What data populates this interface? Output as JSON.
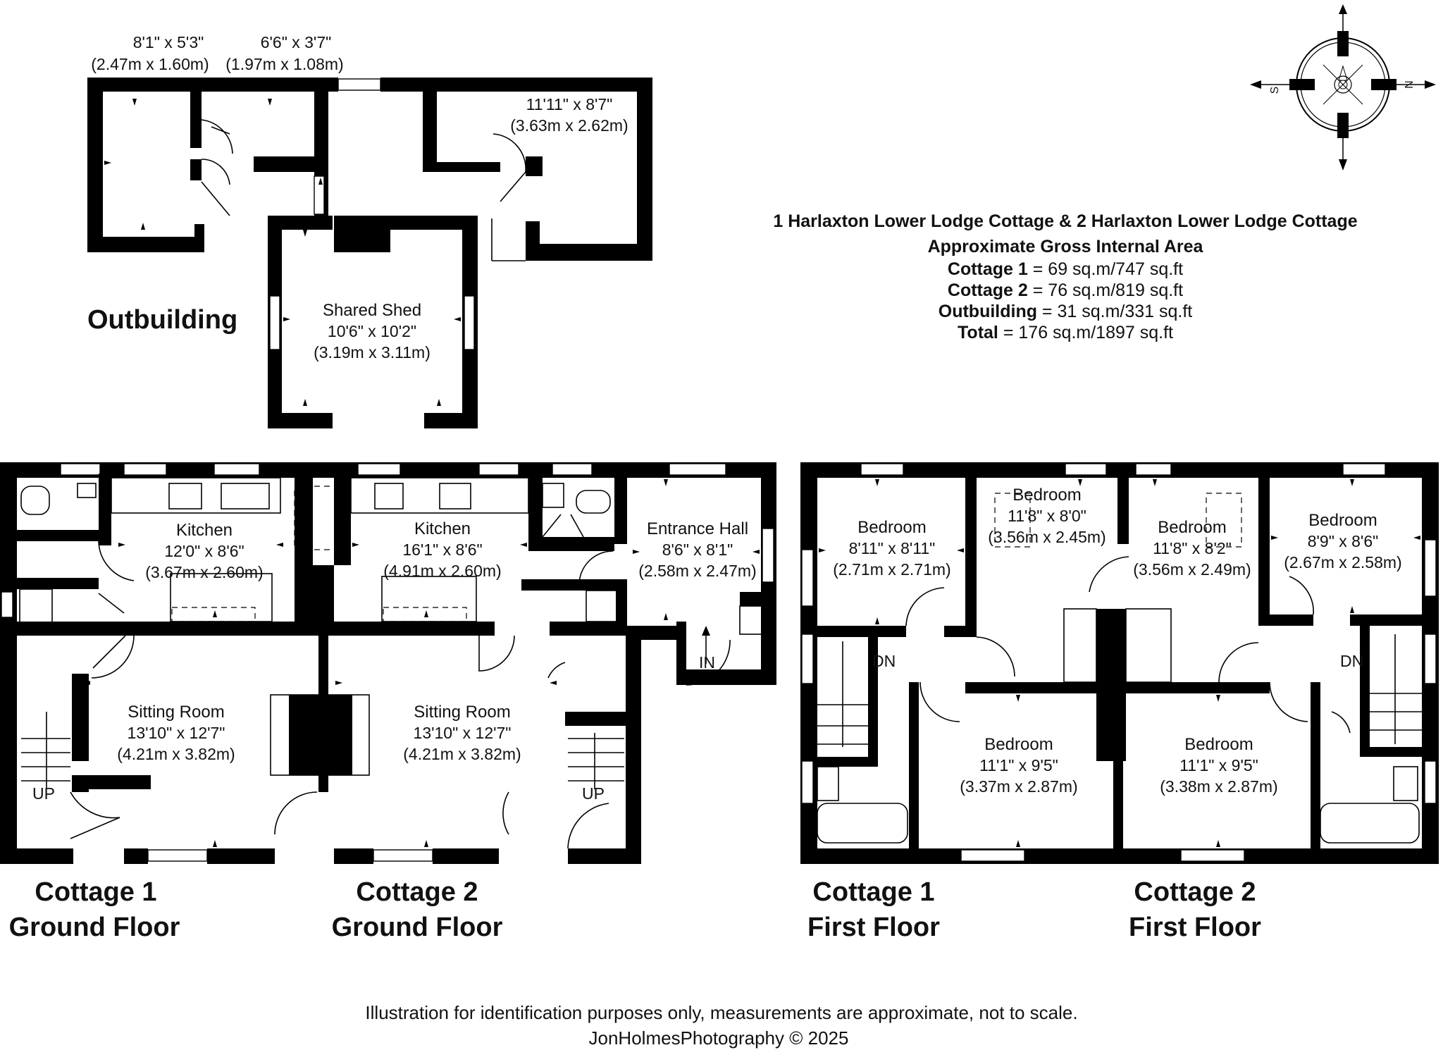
{
  "outbuilding": {
    "label": "Outbuilding",
    "rooms": [
      {
        "id": "store-left",
        "name": "",
        "dim_imperial": "8'1\" x 5'3\"",
        "dim_metric": "(2.47m x 1.60m)"
      },
      {
        "id": "store-middle",
        "name": "",
        "dim_imperial": "6'6\" x 3'7\"",
        "dim_metric": "(1.97m x 1.08m)"
      },
      {
        "id": "store-right",
        "name": "",
        "dim_imperial": "11'11\" x 8'7\"",
        "dim_metric": "(3.63m x 2.62m)"
      },
      {
        "id": "shared-shed",
        "name": "Shared Shed",
        "dim_imperial": "10'6\" x 10'2\"",
        "dim_metric": "(3.19m x 3.11m)"
      }
    ]
  },
  "area_summary": {
    "title": "1 Harlaxton Lower Lodge Cottage & 2 Harlaxton Lower Lodge Cottage",
    "subtitle": "Approximate Gross Internal Area",
    "lines": [
      {
        "label": "Cottage 1",
        "value": " = 69 sq.m/747 sq.ft"
      },
      {
        "label": "Cottage 2",
        "value": " = 76 sq.m/819 sq.ft"
      },
      {
        "label": "Outbuilding",
        "value": " = 31 sq.m/331 sq.ft"
      },
      {
        "label": "Total",
        "value": " = 176 sq.m/1897 sq.ft"
      }
    ]
  },
  "compass": {
    "north": "N",
    "south": "S"
  },
  "ground_floor": {
    "rooms": [
      {
        "id": "c1-kitchen",
        "name": "Kitchen",
        "dim_imperial": "12'0\" x 8'6\"",
        "dim_metric": "(3.67m x 2.60m)"
      },
      {
        "id": "c2-kitchen",
        "name": "Kitchen",
        "dim_imperial": "16'1\" x 8'6\"",
        "dim_metric": "(4.91m x 2.60m)"
      },
      {
        "id": "entrance-hall",
        "name": "Entrance Hall",
        "dim_imperial": "8'6\" x 8'1\"",
        "dim_metric": "(2.58m x 2.47m)"
      },
      {
        "id": "c1-sitting",
        "name": "Sitting Room",
        "dim_imperial": "13'10\" x 12'7\"",
        "dim_metric": "(4.21m x 3.82m)"
      },
      {
        "id": "c2-sitting",
        "name": "Sitting Room",
        "dim_imperial": "13'10\" x 12'7\"",
        "dim_metric": "(4.21m x 3.82m)"
      }
    ],
    "markers": {
      "up_left": "UP",
      "up_right": "UP",
      "in": "IN"
    }
  },
  "first_floor": {
    "rooms": [
      {
        "id": "c1-bed-a",
        "name": "Bedroom",
        "dim_imperial": "8'11\" x 8'11\"",
        "dim_metric": "(2.71m x 2.71m)"
      },
      {
        "id": "c1-bed-b",
        "name": "Bedroom",
        "dim_imperial": "11'8\" x 8'0\"",
        "dim_metric": "(3.56m x 2.45m)"
      },
      {
        "id": "c2-bed-a",
        "name": "Bedroom",
        "dim_imperial": "11'8\" x 8'2\"",
        "dim_metric": "(3.56m x 2.49m)"
      },
      {
        "id": "c2-bed-b",
        "name": "Bedroom",
        "dim_imperial": "8'9\" x 8'6\"",
        "dim_metric": "(2.67m x 2.58m)"
      },
      {
        "id": "c1-bed-c",
        "name": "Bedroom",
        "dim_imperial": "11'1\" x 9'5\"",
        "dim_metric": "(3.37m x 2.87m)"
      },
      {
        "id": "c2-bed-c",
        "name": "Bedroom",
        "dim_imperial": "11'1\" x 9'5\"",
        "dim_metric": "(3.38m x 2.87m)"
      }
    ],
    "markers": {
      "dn_left": "DN",
      "dn_right": "DN"
    }
  },
  "floor_labels": {
    "c1_ground": {
      "line1": "Cottage 1",
      "line2": "Ground Floor"
    },
    "c2_ground": {
      "line1": "Cottage 2",
      "line2": "Ground Floor"
    },
    "c1_first": {
      "line1": "Cottage 1",
      "line2": "First Floor"
    },
    "c2_first": {
      "line1": "Cottage 2",
      "line2": "First Floor"
    }
  },
  "footer": {
    "disclaimer": "Illustration for identification purposes only, measurements are approximate, not to scale.",
    "credit": "JonHolmesPhotography © 2025"
  }
}
